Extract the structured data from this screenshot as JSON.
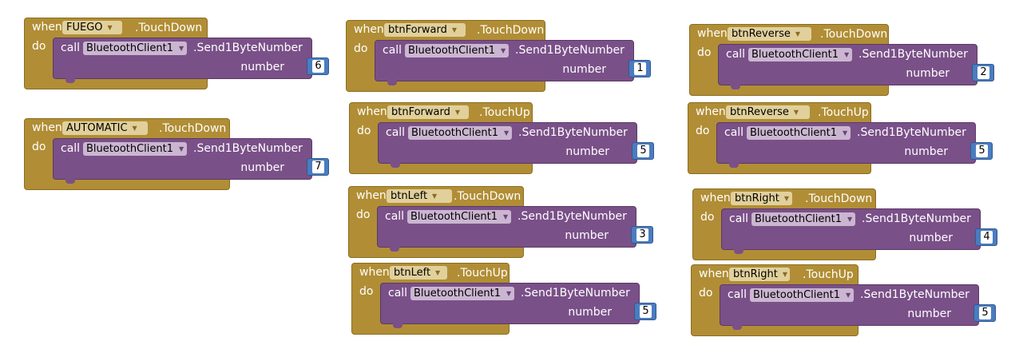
{
  "blocks": [
    {
      "component": "FUEGO",
      "event": ".TouchDown",
      "call_target": "BluetoothClient1",
      "method": ".Send1ByteNumber",
      "arg": "number",
      "value": "6"
    },
    {
      "component": "AUTOMATIC",
      "event": ".TouchDown",
      "call_target": "BluetoothClient1",
      "method": ".Send1ByteNumber",
      "arg": "number",
      "value": "7"
    },
    {
      "component": "btnForward",
      "event": ".TouchDown",
      "call_target": "BluetoothClient1",
      "method": ".Send1ByteNumber",
      "arg": "number",
      "value": "1"
    },
    {
      "component": "btnForward",
      "event": ".TouchUp",
      "call_target": "BluetoothClient1",
      "method": ".Send1ByteNumber",
      "arg": "number",
      "value": "5"
    },
    {
      "component": "btnLeft",
      "event": ".TouchDown",
      "call_target": "BluetoothClient1",
      "method": ".Send1ByteNumber",
      "arg": "number",
      "value": "3"
    },
    {
      "component": "btnLeft",
      "event": ".TouchUp",
      "call_target": "BluetoothClient1",
      "method": ".Send1ByteNumber",
      "arg": "number",
      "value": "5"
    },
    {
      "component": "btnReverse",
      "event": ".TouchDown",
      "call_target": "BluetoothClient1",
      "method": ".Send1ByteNumber",
      "arg": "number",
      "value": "2"
    },
    {
      "component": "btnReverse",
      "event": ".TouchUp",
      "call_target": "BluetoothClient1",
      "method": ".Send1ByteNumber",
      "arg": "number",
      "value": "5"
    },
    {
      "component": "btnRight",
      "event": ".TouchDown",
      "call_target": "BluetoothClient1",
      "method": ".Send1ByteNumber",
      "arg": "number",
      "value": "4"
    },
    {
      "component": "btnRight",
      "event": ".TouchUp",
      "call_target": "BluetoothClient1",
      "method": ".Send1ByteNumber",
      "arg": "number",
      "value": "5"
    }
  ],
  "labels": {
    "when": "when",
    "do": "do",
    "call": "call"
  },
  "colors": {
    "event_block": "#b18e35",
    "call_block": "#7a5088",
    "number_block": "#4a7cc0"
  }
}
